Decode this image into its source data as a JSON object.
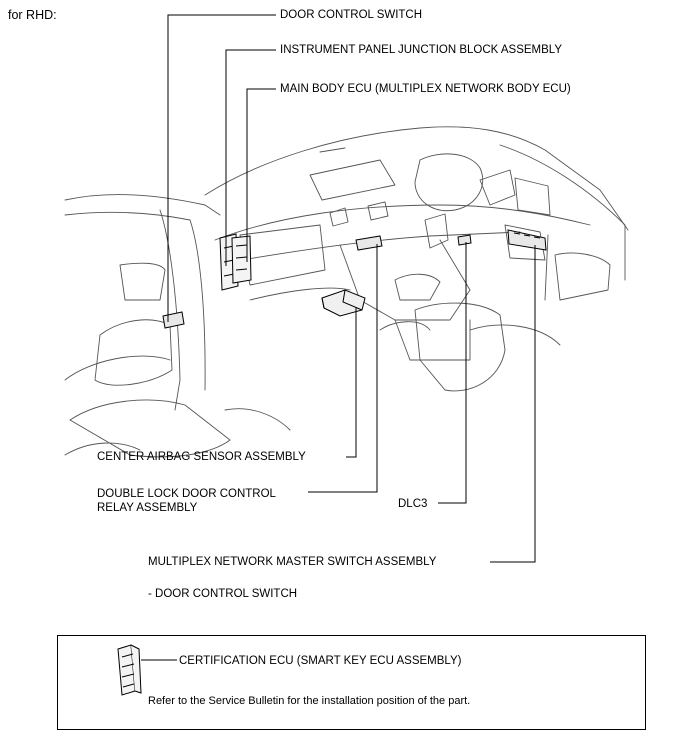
{
  "header": {
    "variant_label": "for RHD:"
  },
  "callouts": {
    "door_control_switch": "DOOR CONTROL SWITCH",
    "instrument_panel_jb": "INSTRUMENT PANEL JUNCTION BLOCK ASSEMBLY",
    "main_body_ecu": "MAIN BODY ECU (MULTIPLEX NETWORK BODY ECU)",
    "center_airbag_sensor": "CENTER AIRBAG SENSOR ASSEMBLY",
    "double_lock_relay_line1": "DOUBLE LOCK DOOR CONTROL",
    "double_lock_relay_line2": "RELAY ASSEMBLY",
    "dlc3": "DLC3",
    "master_switch": "MULTIPLEX NETWORK MASTER SWITCH ASSEMBLY",
    "master_switch_sub": "- DOOR CONTROL SWITCH"
  },
  "note": {
    "certification_ecu": "CERTIFICATION ECU (SMART KEY ECU ASSEMBLY)",
    "bulletin_text": "Refer to the Service Bulletin for the installation position of the part."
  },
  "colors": {
    "line": "#000000",
    "sketch": "#555555",
    "background": "#ffffff"
  }
}
